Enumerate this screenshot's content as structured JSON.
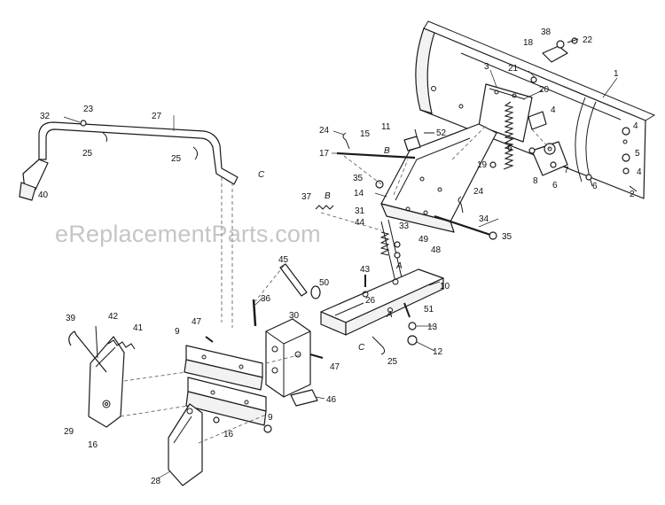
{
  "watermark": "eReplacementParts.com",
  "callouts": [
    {
      "id": "c38",
      "label": "38"
    },
    {
      "id": "c18",
      "label": "18"
    },
    {
      "id": "c22",
      "label": "22"
    },
    {
      "id": "c21",
      "label": "21"
    },
    {
      "id": "c3",
      "label": "3"
    },
    {
      "id": "c1",
      "label": "1"
    },
    {
      "id": "c20",
      "label": "20"
    },
    {
      "id": "c4a",
      "label": "4"
    },
    {
      "id": "c4b",
      "label": "4"
    },
    {
      "id": "c5",
      "label": "5"
    },
    {
      "id": "c4c",
      "label": "4"
    },
    {
      "id": "c6a",
      "label": "6"
    },
    {
      "id": "c7",
      "label": "7"
    },
    {
      "id": "c8",
      "label": "8"
    },
    {
      "id": "c6b",
      "label": "6"
    },
    {
      "id": "c6c",
      "label": "6"
    },
    {
      "id": "c2",
      "label": "2"
    },
    {
      "id": "c32",
      "label": "32"
    },
    {
      "id": "c23",
      "label": "23"
    },
    {
      "id": "c27",
      "label": "27"
    },
    {
      "id": "c25a",
      "label": "25"
    },
    {
      "id": "c25b",
      "label": "25"
    },
    {
      "id": "c40",
      "label": "40"
    },
    {
      "id": "c24a",
      "label": "24"
    },
    {
      "id": "c11",
      "label": "11"
    },
    {
      "id": "c52",
      "label": "52"
    },
    {
      "id": "c15",
      "label": "15"
    },
    {
      "id": "c17",
      "label": "17"
    },
    {
      "id": "c19",
      "label": "19"
    },
    {
      "id": "c35a",
      "label": "35"
    },
    {
      "id": "c14",
      "label": "14"
    },
    {
      "id": "c24b",
      "label": "24"
    },
    {
      "id": "c37",
      "label": "37"
    },
    {
      "id": "c31",
      "label": "31"
    },
    {
      "id": "c33",
      "label": "33"
    },
    {
      "id": "c44",
      "label": "44"
    },
    {
      "id": "c34",
      "label": "34"
    },
    {
      "id": "c35b",
      "label": "35"
    },
    {
      "id": "c49",
      "label": "49"
    },
    {
      "id": "c48",
      "label": "48"
    },
    {
      "id": "c45",
      "label": "45"
    },
    {
      "id": "c43",
      "label": "43"
    },
    {
      "id": "c10",
      "label": "10"
    },
    {
      "id": "c50",
      "label": "50"
    },
    {
      "id": "c36",
      "label": "36"
    },
    {
      "id": "c26",
      "label": "26"
    },
    {
      "id": "c51",
      "label": "51"
    },
    {
      "id": "c30",
      "label": "30"
    },
    {
      "id": "c13",
      "label": "13"
    },
    {
      "id": "c39",
      "label": "39"
    },
    {
      "id": "c42",
      "label": "42"
    },
    {
      "id": "c41",
      "label": "41"
    },
    {
      "id": "c47a",
      "label": "47"
    },
    {
      "id": "c9a",
      "label": "9"
    },
    {
      "id": "c12",
      "label": "12"
    },
    {
      "id": "c25c",
      "label": "25"
    },
    {
      "id": "c47b",
      "label": "47"
    },
    {
      "id": "c46",
      "label": "46"
    },
    {
      "id": "c29",
      "label": "29"
    },
    {
      "id": "c16a",
      "label": "16"
    },
    {
      "id": "c16b",
      "label": "16"
    },
    {
      "id": "c9b",
      "label": "9"
    },
    {
      "id": "c28",
      "label": "28"
    }
  ],
  "refs": [
    {
      "id": "rB1",
      "label": "B"
    },
    {
      "id": "rB2",
      "label": "B"
    },
    {
      "id": "rA1",
      "label": "A"
    },
    {
      "id": "rA2",
      "label": "A"
    },
    {
      "id": "rC1",
      "label": "C"
    },
    {
      "id": "rC2",
      "label": "C"
    }
  ]
}
